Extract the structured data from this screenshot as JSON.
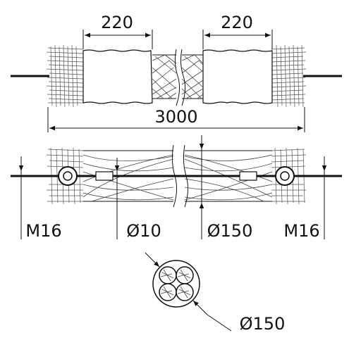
{
  "drawing": {
    "top_view": {
      "left_segment_label": "220",
      "right_segment_label": "220",
      "overall_length_label": "3000"
    },
    "side_view": {
      "left_thread_label": "M16",
      "inner_diameter_label": "Ø10",
      "outer_diameter_label": "Ø150",
      "right_thread_label": "M16"
    },
    "cross_section": {
      "diameter_label": "Ø150"
    }
  }
}
